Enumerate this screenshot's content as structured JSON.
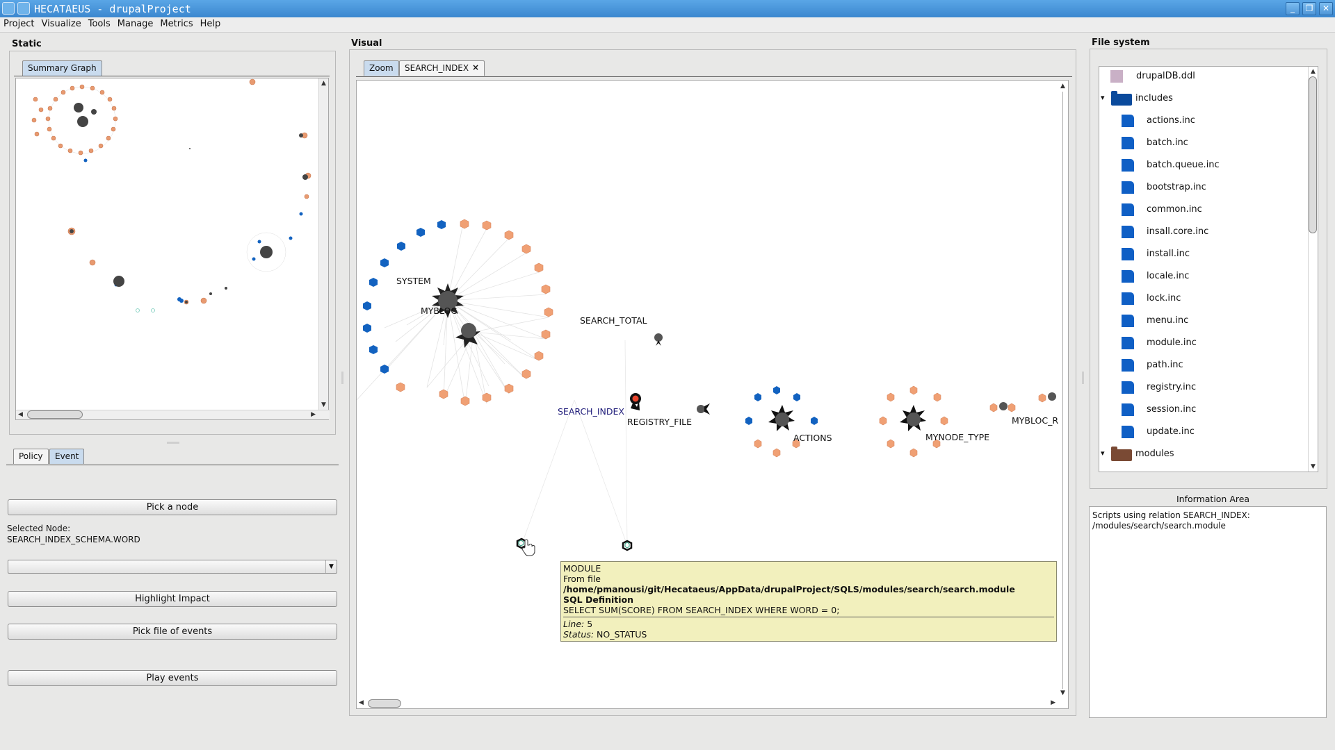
{
  "window": {
    "title": "HECATAEUS - drupalProject",
    "minimize_glyph": "_",
    "maximize_glyph": "❐",
    "close_glyph": "✕"
  },
  "menu": [
    "Project",
    "Visualize",
    "Tools",
    "Manage",
    "Metrics",
    "Help"
  ],
  "static_panel": {
    "title": "Static",
    "tab": "Summary Graph"
  },
  "bottom_left": {
    "tabs": [
      "Policy",
      "Event"
    ],
    "pick_node_button": "Pick a node",
    "selected_node_label": "Selected Node:",
    "selected_node_value": "SEARCH_INDEX_SCHEMA.WORD",
    "combo_value": "",
    "highlight_button": "Highlight Impact",
    "pick_file_button": "Pick file of events",
    "play_button": "Play events"
  },
  "visual_panel": {
    "title": "Visual",
    "tabs": [
      "Zoom",
      "SEARCH_INDEX"
    ],
    "tab_close_glyph": "×",
    "graph_labels": {
      "system": "SYSTEM",
      "mybloc": "MYBLOC",
      "search_total": "SEARCH_TOTAL",
      "search_index": "SEARCH_INDEX",
      "registry_file": "REGISTRY_FILE",
      "actions": "ACTIONS",
      "mynode_type": "MYNODE_TYPE",
      "mybloc_r": "MYBLOC_R"
    },
    "tooltip": {
      "type": "MODULE",
      "from_label": "From file",
      "path": "/home/pmanousi/git/Hecataeus/AppData/drupalProject/SQLS/modules/search/search.module",
      "sql_heading": "SQL Definition",
      "sql": "SELECT SUM(SCORE) FROM SEARCH_INDEX WHERE WORD = 0;",
      "line_label": "Line:",
      "line_value": "5",
      "status_label": "Status:",
      "status_value": "NO_STATUS"
    }
  },
  "file_system": {
    "title": "File system",
    "items": [
      {
        "name": "drupalDB.ddl",
        "kind": "ddl",
        "indent": 0
      },
      {
        "name": "includes",
        "kind": "folder",
        "indent": 0,
        "expanded": true
      },
      {
        "name": "actions.inc",
        "kind": "file",
        "indent": 1
      },
      {
        "name": "batch.inc",
        "kind": "file",
        "indent": 1
      },
      {
        "name": "batch.queue.inc",
        "kind": "file",
        "indent": 1
      },
      {
        "name": "bootstrap.inc",
        "kind": "file",
        "indent": 1
      },
      {
        "name": "common.inc",
        "kind": "file",
        "indent": 1
      },
      {
        "name": "insall.core.inc",
        "kind": "file",
        "indent": 1
      },
      {
        "name": "install.inc",
        "kind": "file",
        "indent": 1
      },
      {
        "name": "locale.inc",
        "kind": "file",
        "indent": 1
      },
      {
        "name": "lock.inc",
        "kind": "file",
        "indent": 1
      },
      {
        "name": "menu.inc",
        "kind": "file",
        "indent": 1
      },
      {
        "name": "module.inc",
        "kind": "file",
        "indent": 1
      },
      {
        "name": "path.inc",
        "kind": "file",
        "indent": 1
      },
      {
        "name": "registry.inc",
        "kind": "file",
        "indent": 1
      },
      {
        "name": "session.inc",
        "kind": "file",
        "indent": 1
      },
      {
        "name": "update.inc",
        "kind": "file",
        "indent": 1
      },
      {
        "name": "modules",
        "kind": "folder-brown",
        "indent": 0,
        "expanded": true
      }
    ],
    "expander_glyph": "▾"
  },
  "info_area": {
    "title": "Information Area",
    "text_line1": "Scripts using relation SEARCH_INDEX:",
    "text_line2": "/modules/search/search.module"
  },
  "colors": {
    "orange_node": "#f0a074",
    "blue_node": "#1262c0",
    "dark_node": "#555555",
    "tooltip_bg": "#f2f0bd",
    "title_bar": "#3b87cf"
  }
}
